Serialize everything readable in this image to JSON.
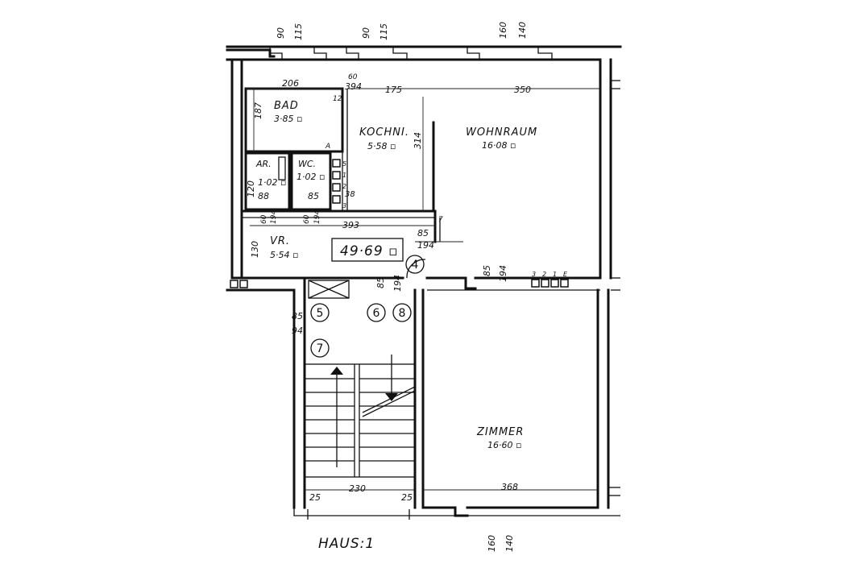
{
  "building": {
    "label": "HAUS:1"
  },
  "rooms": {
    "bad": {
      "name": "BAD",
      "area": "3·85 ▫"
    },
    "kochni": {
      "name": "KOCHNI.",
      "area": "5·58 ▫"
    },
    "wohnraum": {
      "name": "WOHNRAUM",
      "area": "16·08 ▫"
    },
    "ar": {
      "name": "AR.",
      "area": "1·02 ▫"
    },
    "wc": {
      "name": "WC.",
      "area": "1·02 ▫"
    },
    "vr": {
      "name": "VR.",
      "area": "5·54 ▫"
    },
    "zimmer": {
      "name": "ZIMMER",
      "area": "16·60 ▫"
    }
  },
  "total_area": "49·69 ▫",
  "dimensions": {
    "top_90a": "90",
    "top_115a": "115",
    "top_90b": "90",
    "top_115b": "115",
    "top_160": "160",
    "top_140": "140",
    "bad_width": "206",
    "bad_height": "187",
    "d_60": "60",
    "d_394a": "394",
    "d_12": "12",
    "kochni_width": "175",
    "kochni_height": "314",
    "wohn_width": "350",
    "d_120": "120",
    "d_88": "88",
    "d_85a": "85",
    "d_38": "38",
    "d_60b": "60",
    "d_194a": "194",
    "d_60c": "60",
    "d_194b": "194",
    "d_393": "393",
    "d_85b": "85",
    "d_194c": "194",
    "d_130": "130",
    "d_85c": "85",
    "d_194d": "194",
    "d_85d": "85",
    "d_194e": "194",
    "d_85e": "85",
    "d_94": "94",
    "stair_width": "230",
    "d_25a": "25",
    "d_25b": "25",
    "zimmer_width": "368",
    "bot_160": "160",
    "bot_140": "140"
  },
  "small_labels": {
    "corner_A": "A",
    "k5": "5",
    "k1": "1",
    "k2": "2",
    "k3": "3",
    "k7": "7",
    "n3": "3",
    "n2": "2",
    "n1": "1",
    "nE": "E"
  },
  "markers": [
    "4",
    "5",
    "6",
    "7",
    "8"
  ]
}
